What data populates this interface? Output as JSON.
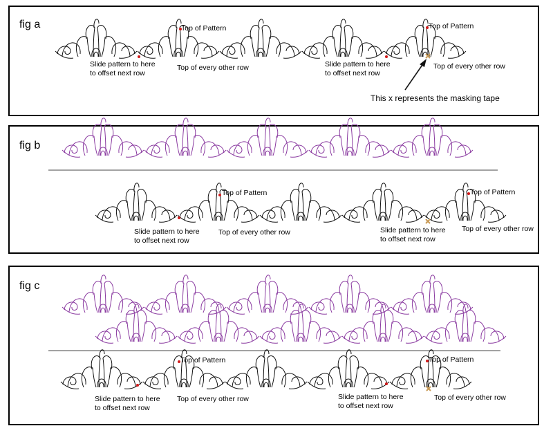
{
  "colors": {
    "ink": "#111111",
    "purple": "#8a3aa0",
    "marker": "#d11a1a",
    "tape": "#c89a55"
  },
  "panels": [
    {
      "label": "fig a",
      "labels": {
        "top_a": "Top of Pattern",
        "top_b": "Top of Pattern",
        "slide_a": [
          "Slide pattern to here",
          "to offset next row"
        ],
        "slide_b": [
          "Slide pattern to here",
          "to offset next row"
        ],
        "every_a": "Top of every other row",
        "every_b": "Top of every other row",
        "tape_note": "This x represents the masking tape"
      }
    },
    {
      "label": "fig b",
      "labels": {
        "top_a": "Top of Pattern",
        "top_b": "Top of Pattern",
        "slide_a": [
          "Slide pattern to here",
          "to offset next row"
        ],
        "slide_b": [
          "Slide pattern to here",
          "to offset next row"
        ],
        "every_a": "Top of every other row",
        "every_b": "Top of every other row"
      }
    },
    {
      "label": "fig c",
      "labels": {
        "top_a": "Top of Pattern",
        "top_b": "Top of Pattern",
        "slide_a": [
          "Slide pattern to here",
          "to offset next row"
        ],
        "slide_b": [
          "Slide pattern to here",
          "to offset next row"
        ],
        "every_a": "Top of every other row",
        "every_b": "Top of every other row"
      }
    }
  ]
}
